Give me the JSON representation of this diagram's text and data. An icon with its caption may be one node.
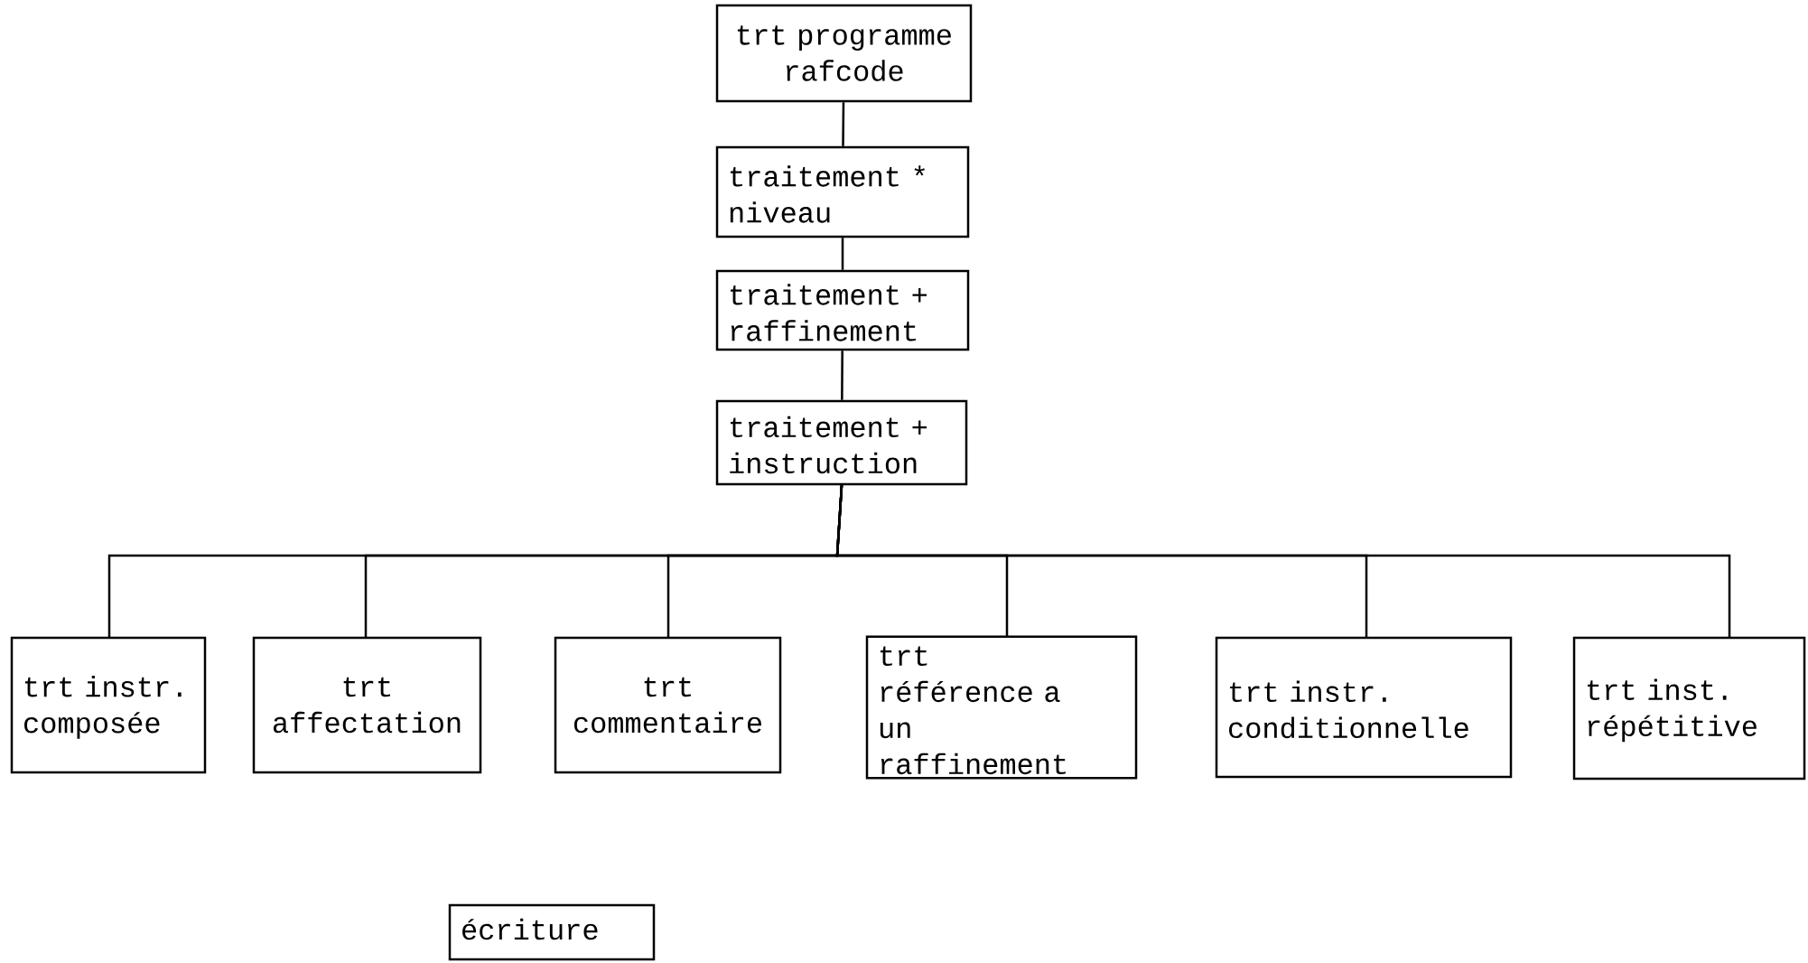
{
  "diagram": {
    "nodes": [
      {
        "text": [
          "trt programme rafcode"
        ]
      },
      {
        "text": [
          "traitement * niveau"
        ]
      },
      {
        "text": [
          "traitement + raffinement"
        ]
      },
      {
        "text": [
          "traitement + instruction"
        ]
      },
      {
        "text": [
          "trt instr. composée"
        ]
      },
      {
        "text": [
          "trt affectation"
        ]
      },
      {
        "text": [
          "trt commentaire"
        ]
      },
      {
        "text": [
          "trt référence a un raffinement"
        ]
      },
      {
        "text": [
          "trt instr. conditionnelle"
        ]
      },
      {
        "text": [
          "trt inst. répétitive"
        ]
      },
      {
        "text": [
          "écriture"
        ]
      }
    ],
    "edges": [
      {
        "from": 0,
        "to": 1,
        "arrow": "none"
      },
      {
        "from": 1,
        "to": 2,
        "arrow": "none"
      },
      {
        "from": 2,
        "to": 3,
        "arrow": "none"
      },
      {
        "from": 3,
        "to": 4,
        "arrow": "none"
      },
      {
        "from": 3,
        "to": 5,
        "arrow": "none"
      },
      {
        "from": 3,
        "to": 6,
        "arrow": "none"
      },
      {
        "from": 3,
        "to": 7,
        "arrow": "none"
      },
      {
        "from": 3,
        "to": 8,
        "arrow": "none"
      },
      {
        "from": 3,
        "to": 9,
        "arrow": "none"
      }
    ]
  }
}
